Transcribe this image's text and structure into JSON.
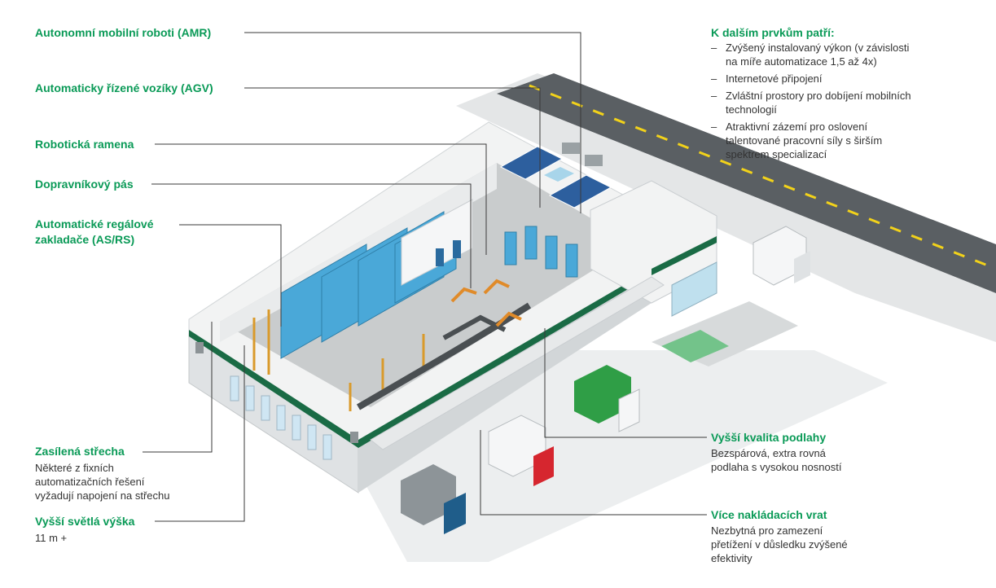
{
  "colors": {
    "accent": "#0a9a57",
    "roof": "#f2f3f3",
    "wall": "#dfe2e4",
    "floor": "#c9cccd",
    "rack": "#4aa8d8",
    "green_band": "#1a6b45",
    "truck_green": "#2f9e46",
    "truck_red": "#d6262f",
    "truck_blue": "#1f5d8a"
  },
  "left_labels": [
    {
      "text": "Autonomní mobilní roboti (AMR)"
    },
    {
      "text": "Automaticky řízené vozíky (AGV)"
    },
    {
      "text": "Robotická ramena"
    },
    {
      "text": "Dopravníkový pás"
    },
    {
      "text": "Automatické regálové"
    },
    {
      "text": "zakladače (AS/RS)"
    }
  ],
  "roof": {
    "title": "Zasílená střecha",
    "desc": [
      "Některé z fixních",
      "automatizačních řešení",
      "vyžadují napojení na střechu"
    ]
  },
  "height": {
    "title": "Vyšší světlá výška",
    "desc": "11 m +"
  },
  "right_box": {
    "title": "K dalším prvkům patří:",
    "items": [
      {
        "dash": "–",
        "lines": [
          "Zvýšený instalovaný výkon (v závislosti",
          "na míře automatizace 1,5 až 4x)"
        ]
      },
      {
        "dash": "–",
        "lines": [
          "Internetové připojení"
        ]
      },
      {
        "dash": "–",
        "lines": [
          "Zvláštní prostory pro dobíjení mobilních",
          "technologií"
        ]
      },
      {
        "dash": "–",
        "lines": [
          "Atraktivní zázemí pro oslovení",
          "talentované pracovní síly s širším",
          "spektrem specializací"
        ]
      }
    ]
  },
  "floor": {
    "title": "Vyšší kvalita podlahy",
    "desc": [
      "Bezspárová, extra rovná",
      "podlaha s vysokou nosností"
    ]
  },
  "docks": {
    "title": "Více nakládacích vrat",
    "desc": [
      "Nezbytná pro zamezení",
      "přetížení v důsledku zvýšené",
      "efektivity"
    ]
  }
}
